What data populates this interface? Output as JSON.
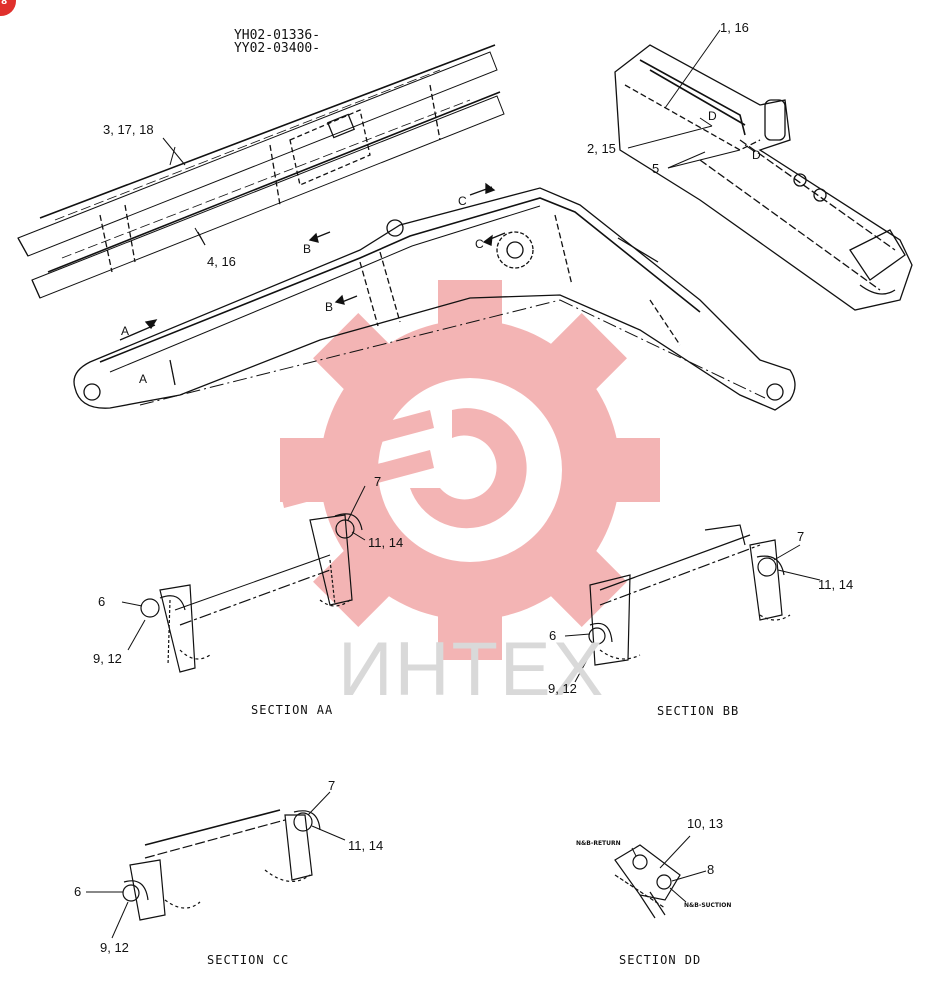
{
  "header": {
    "serial_1": "YH02-01336-",
    "serial_2": "YY02-03400-"
  },
  "corner_badge": "8",
  "watermark": {
    "text": "ИНТЕХ",
    "color": "#f2a7a7",
    "text_color": "#d9d9d9"
  },
  "callouts": {
    "c_1_16": "1, 16",
    "c_2_15": "2, 15",
    "c_5": "5",
    "c_3_17_18": "3, 17, 18",
    "c_4_16": "4, 16",
    "view_a1": "A",
    "view_a2": "A",
    "view_b1": "B",
    "view_b2": "B",
    "view_c1": "C",
    "view_c2": "C",
    "view_d1": "D",
    "view_d2": "D"
  },
  "sections": {
    "aa": {
      "title": "SECTION AA",
      "c7": "7",
      "c11_14": "11, 14",
      "c6": "6",
      "c9_12": "9, 12"
    },
    "bb": {
      "title": "SECTION BB",
      "c7": "7",
      "c11_14": "11, 14",
      "c6": "6",
      "c9_12": "9, 12"
    },
    "cc": {
      "title": "SECTION CC",
      "c7": "7",
      "c11_14": "11, 14",
      "c6": "6",
      "c9_12": "9, 12"
    },
    "dd": {
      "title": "SECTION DD",
      "c10_13": "10, 13",
      "c8": "8",
      "nb_return": "N&B-RETURN",
      "nb_suction": "N&B-SUCTION"
    }
  }
}
